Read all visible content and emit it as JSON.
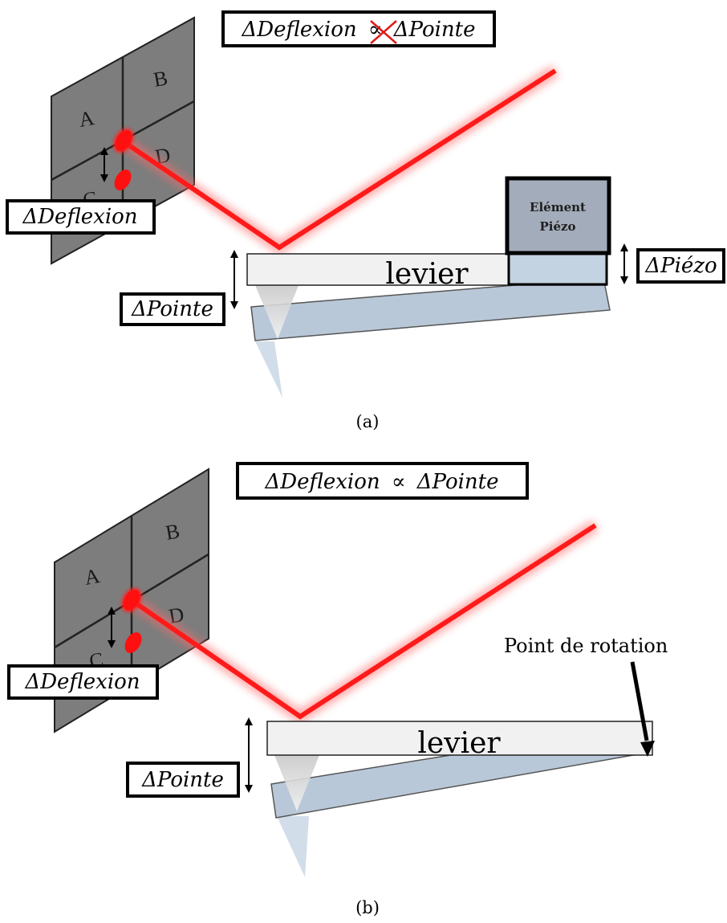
{
  "panel_a": {
    "relation": "ΔDeflexion ∝ ΔPointe",
    "relation_left": "ΔDeflexion",
    "relation_symbol": "∝",
    "relation_right": "ΔPointe",
    "relation_crossed": true,
    "quadrants": [
      "A",
      "B",
      "C",
      "D"
    ],
    "deflexion_label": "ΔDeflexion",
    "pointe_label": "ΔPointe",
    "piezo_label": "ΔPiézo",
    "lever_label": "levier",
    "piezo_element_line1": "Elément",
    "piezo_element_line2": "Piézo",
    "caption": "(a)"
  },
  "panel_b": {
    "relation": "ΔDeflexion ∝ ΔPointe",
    "relation_left": "ΔDeflexion",
    "relation_symbol": "∝",
    "relation_right": "ΔPointe",
    "quadrants": [
      "A",
      "B",
      "C",
      "D"
    ],
    "deflexion_label": "ΔDeflexion",
    "pointe_label": "ΔPointe",
    "lever_label": "levier",
    "rotation_label": "Point de rotation",
    "caption": "(b)"
  },
  "colors": {
    "laser": "#ff1a1a",
    "detector": "#7d7d7d",
    "lever": "#f1f1f1",
    "lever_deflected": "#b9c8d8",
    "tip_deflected": "#c7d6e3",
    "piezo": "#a3acba"
  }
}
